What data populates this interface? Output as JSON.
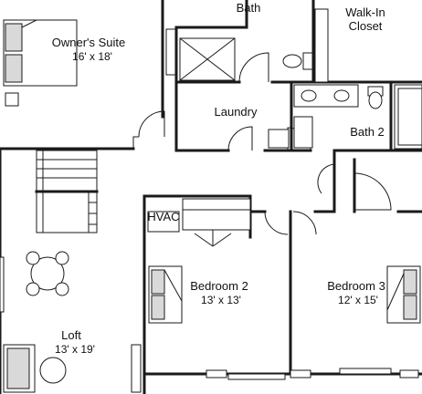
{
  "rooms": {
    "bath": {
      "name": "Bath"
    },
    "walk_in_closet": {
      "name_line1": "Walk-In",
      "name_line2": "Closet"
    },
    "owners_suite": {
      "name": "Owner's Suite",
      "size": "16' x 18'"
    },
    "laundry": {
      "name": "Laundry"
    },
    "bath_2": {
      "name": "Bath 2"
    },
    "hvac": {
      "name": "HVAC"
    },
    "bedroom_2": {
      "name": "Bedroom 2",
      "size": "13' x 13'"
    },
    "bedroom_3": {
      "name": "Bedroom 3",
      "size": "12' x 15'"
    },
    "loft": {
      "name": "Loft",
      "size": "13' x 19'"
    }
  },
  "colors": {
    "wall": "#1a1a1a",
    "background": "#ffffff",
    "fixture_fill": "#d9d9d9"
  }
}
